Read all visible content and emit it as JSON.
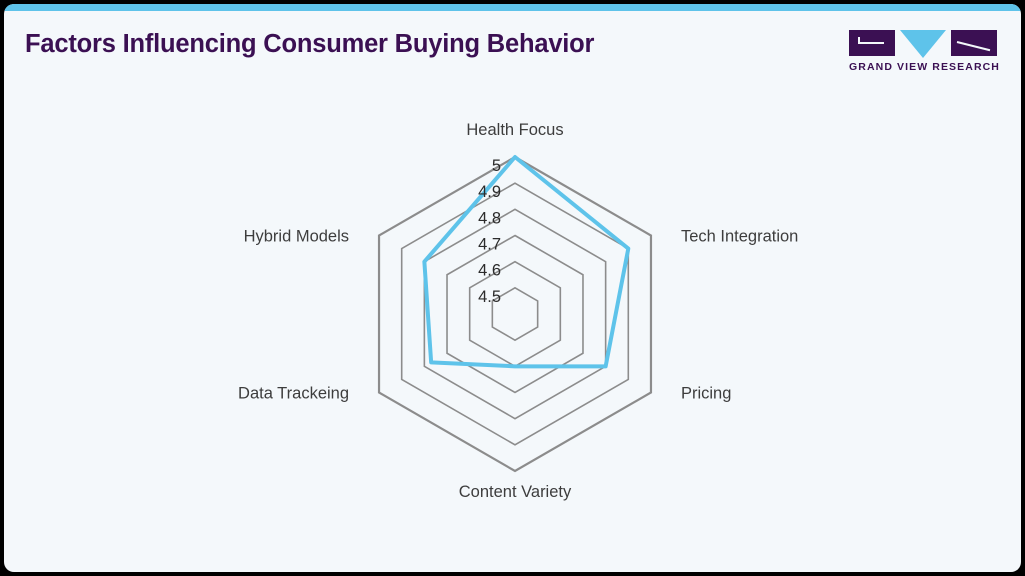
{
  "slide": {
    "title": "Factors Influencing Consumer Buying Behavior",
    "accent_color": "#5ec3ea",
    "title_color": "#3b1053",
    "background_color": "#f4f8fb"
  },
  "logo": {
    "text": "GRAND VIEW RESEARCH",
    "mark_color": "#3b1053",
    "triangle_color": "#5ec3ea"
  },
  "chart_data": {
    "type": "radar",
    "title": "Factors Influencing Consumer Buying Behavior",
    "categories": [
      "Health Focus",
      "Tech Integration",
      "Pricing",
      "Content Variety",
      "Data Trackeing",
      "Hybrid Models"
    ],
    "values": [
      5,
      4.9,
      4.8,
      4.6,
      4.77,
      4.8
    ],
    "tick_labels": [
      "4.5",
      "4.6",
      "4.7",
      "4.8",
      "4.9",
      "5"
    ],
    "rmin": 4.4,
    "rmax": 5,
    "grid": true,
    "grid_color": "#8c8c8c",
    "series_color": "#5ec3ea",
    "legend": "none",
    "xlabel": "",
    "ylabel": ""
  }
}
